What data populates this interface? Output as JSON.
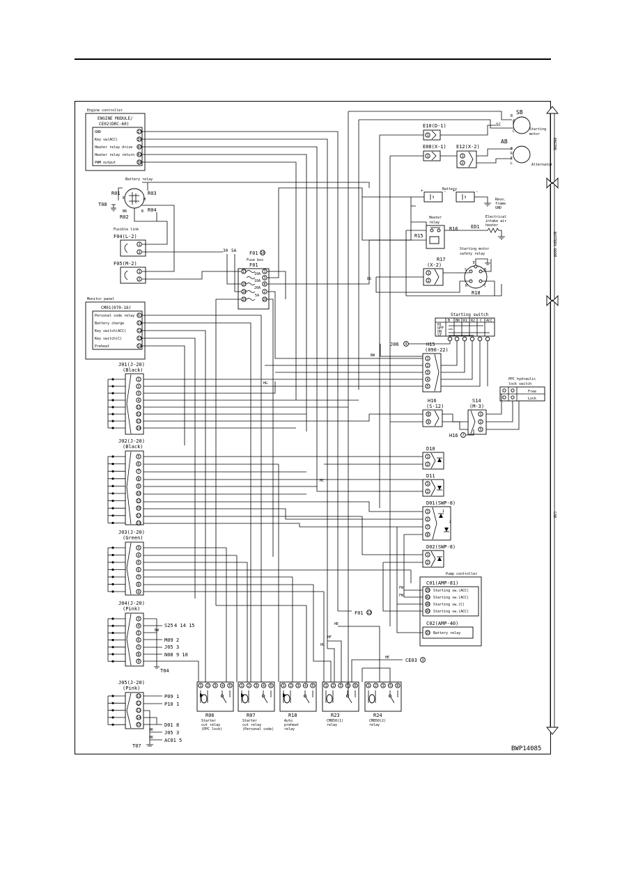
{
  "drawing_id": "BWP14085",
  "zones": [
    "ENGINE",
    "BATTERY ROOM",
    "CAB"
  ],
  "engine_controller": {
    "title": "Engine controller",
    "module": "ENGINE MODULE/",
    "connector": "CE02(DRC-60)",
    "pins": [
      {
        "label": "GND",
        "pin": "23"
      },
      {
        "label": "Key sw(ACC)",
        "pin": "39"
      },
      {
        "label": "Heater relay drive",
        "pin": "43"
      },
      {
        "label": "Heater relay return",
        "pin": "42"
      },
      {
        "label": "PWM output",
        "pin": "30"
      }
    ]
  },
  "battery_relay": {
    "title": "Battery relay",
    "r01": "R01",
    "r03": "R03",
    "r02": "R02",
    "r04": "R04",
    "t08": "T08",
    "e": "E",
    "m": "M",
    "br": "BR",
    "b": "B"
  },
  "fusible_link": {
    "title": "Fusible link",
    "f04": "F04(L-2)",
    "f05": "F05(M-2)",
    "pins": [
      "1",
      "2"
    ]
  },
  "fuse_box": {
    "title": "Fuse box",
    "id": "F01",
    "ref": "F01",
    "ref_pin": "16",
    "left_pins": [
      "17",
      "15",
      "18",
      "19"
    ],
    "right_pins": [
      "1",
      "3",
      "8",
      "2",
      "20"
    ],
    "ratings": [
      "10A",
      "10A",
      "20A",
      "5A"
    ],
    "w1": "30",
    "w2": "5A"
  },
  "monitor_panel": {
    "title": "Monitor panel",
    "connector": "CM01(070-16)",
    "pins": [
      {
        "label": "Personal code relay",
        "pin": "6"
      },
      {
        "label": "Battery charge",
        "pin": "11"
      },
      {
        "label": "Key switch(ACC)",
        "pin": "12"
      },
      {
        "label": "Key switch(C)",
        "pin": "13"
      },
      {
        "label": "Preheat",
        "pin": "14"
      }
    ]
  },
  "starting_motor": {
    "id": "SB",
    "label1": "Starting",
    "label2": "motor",
    "b": "B",
    "c": "C",
    "sc": "SC"
  },
  "alternator": {
    "id": "AB",
    "label": "Alternator",
    "b": "B",
    "r": "R",
    "e": "E",
    "l": "L"
  },
  "e10": {
    "id": "E10(D-1)",
    "pin": "1"
  },
  "e08": {
    "id": "E08(X-1)",
    "pin": "1"
  },
  "e12": {
    "id": "E12(X-2)",
    "pins": [
      "1",
      "2"
    ]
  },
  "battery": {
    "title": "Battery",
    "plus": "+",
    "minus": "-",
    "gnd1": "Revo.",
    "gnd2": "frame",
    "gnd3": "GND"
  },
  "heater_relay": {
    "title1": "Heater",
    "title2": "relay",
    "r16": "R16",
    "r15": "R15"
  },
  "intake_heater": {
    "id": "ED1",
    "label1": "Electrical",
    "label2": "intake air",
    "label3": "heater"
  },
  "r17": {
    "id": "R17",
    "conn": "(X-2)",
    "pins": [
      "1",
      "2"
    ],
    "wire": "DG"
  },
  "safety_relay": {
    "title1": "Starting motor",
    "title2": "safety relay",
    "id": "R18",
    "s": "S",
    "e": "E",
    "b": "B",
    "r": "R",
    "c": "C"
  },
  "starting_switch": {
    "title": "Starting switch",
    "cols": [
      "B",
      "BR",
      "R1",
      "R2",
      "C",
      "ACC"
    ],
    "rows": [
      "H1",
      "OFF",
      "ON",
      "ST"
    ]
  },
  "h15": {
    "id": "H15",
    "conn": "(090-22)",
    "pins": [
      "1",
      "2",
      "3",
      "4",
      "5"
    ],
    "j06": "J06",
    "j06_pin": "9",
    "wire": "BW"
  },
  "ppc_switch": {
    "title1": "PPC hydraulic",
    "title2": "lock switch",
    "free": "Free",
    "lock": "Lock"
  },
  "h16": {
    "id": "H16",
    "conn": "(S-12)",
    "pins": [
      "8",
      "9"
    ],
    "ref": "H16",
    "ref_pin": "7"
  },
  "s14": {
    "id": "S14",
    "conn": "(M-3)",
    "pins": [
      "1",
      "2",
      "3"
    ]
  },
  "j01": {
    "id": "J01(J-20)",
    "color": "(Black)",
    "pins": [
      "1",
      "2",
      "3",
      "4",
      "11",
      "12",
      "13",
      "14"
    ],
    "wire": "HG"
  },
  "j02": {
    "id": "J02(J-20)",
    "color": "(Black)",
    "pins": [
      "5",
      "6",
      "7",
      "8",
      "9",
      "10",
      "15",
      "16",
      "17",
      "18"
    ]
  },
  "j03": {
    "id": "J03(J-20)",
    "color": "(Green)",
    "pins": [
      "3",
      "4",
      "5",
      "6",
      "7",
      "8",
      "9"
    ]
  },
  "j04": {
    "id": "J04(J-20)",
    "color": "(Pink)",
    "pins": [
      "3",
      "4",
      "5",
      "6",
      "7",
      "8",
      "9"
    ],
    "wire": "BW",
    "t04": "T04",
    "refs": [
      {
        "label": "S25",
        "pins": "4 14 15"
      },
      {
        "label": "M09",
        "pins": "2"
      },
      {
        "label": "J05",
        "pins": "3"
      },
      {
        "label": "N08",
        "pins": "9 10"
      }
    ]
  },
  "j05": {
    "id": "J05(J-20)",
    "color": "(Pink)",
    "pins": [
      "11",
      "12",
      "13",
      "14",
      "15"
    ],
    "t07": "T07",
    "wire": "BK",
    "refs": [
      {
        "label": "P09",
        "pins": "1"
      },
      {
        "label": "P10",
        "pins": "1"
      },
      {
        "label": "D01",
        "pins": "8"
      },
      {
        "label": "J05",
        "pins": "3"
      },
      {
        "label": "AC01",
        "pins": "5"
      }
    ]
  },
  "d10": {
    "id": "D10",
    "pins": [
      "1",
      "2"
    ]
  },
  "d11": {
    "id": "D11",
    "pins": [
      "1",
      "2"
    ],
    "wire": "HC"
  },
  "d01": {
    "id": "D01(SWP-8)",
    "pins": [
      "1",
      "2",
      "7",
      "3",
      "8"
    ],
    "sub": [
      "1",
      "2"
    ]
  },
  "d02": {
    "id": "D02(SWP-8)",
    "pins": [
      "1",
      "2"
    ]
  },
  "pump_controller": {
    "title": "Pump controller",
    "c01": "C01(AMP-81)",
    "c01_pins": [
      {
        "label": "Starting sw.(ACC)",
        "pin": "26"
      },
      {
        "label": "Starting sw.(ACC)",
        "pin": "42"
      },
      {
        "label": "Starting sw.(C)",
        "pin": "46"
      },
      {
        "label": "Starting sw.(ACC)",
        "pin": "49"
      }
    ],
    "c02": "C02(AMP-40)",
    "c02_pins": [
      {
        "label": "Battery relay",
        "pin": "33"
      }
    ],
    "wire": "FW"
  },
  "f01_ref": {
    "label": "F01",
    "pin": "13",
    "wire": "HE",
    "wire2": "HF",
    "wire3": "HC"
  },
  "ce03_ref": {
    "label": "CE03",
    "pin": "3",
    "wire": "HE"
  },
  "relays": [
    {
      "id": "R06",
      "l1": "Starter",
      "l2": "cut relay",
      "l3": "(PPC lock)",
      "pins": [
        "1",
        "2",
        "3",
        "4",
        "5"
      ]
    },
    {
      "id": "R07",
      "l1": "Starter",
      "l2": "cut relay",
      "l3": "(Personal code)",
      "pins": [
        "1",
        "2",
        "3",
        "4",
        "5"
      ]
    },
    {
      "id": "R18",
      "l1": "Auto",
      "l2": "preheat",
      "l3": "relay",
      "pins": [
        "1",
        "2",
        "3",
        "4",
        "5"
      ]
    },
    {
      "id": "R23",
      "l1": "CM850(1)",
      "l2": "relay",
      "l3": "",
      "pins": [
        "1",
        "2",
        "3",
        "5",
        "6"
      ]
    },
    {
      "id": "R24",
      "l1": "CM850(2)",
      "l2": "relay",
      "l3": "",
      "pins": [
        "1",
        "2",
        "3",
        "5",
        "6"
      ]
    }
  ]
}
